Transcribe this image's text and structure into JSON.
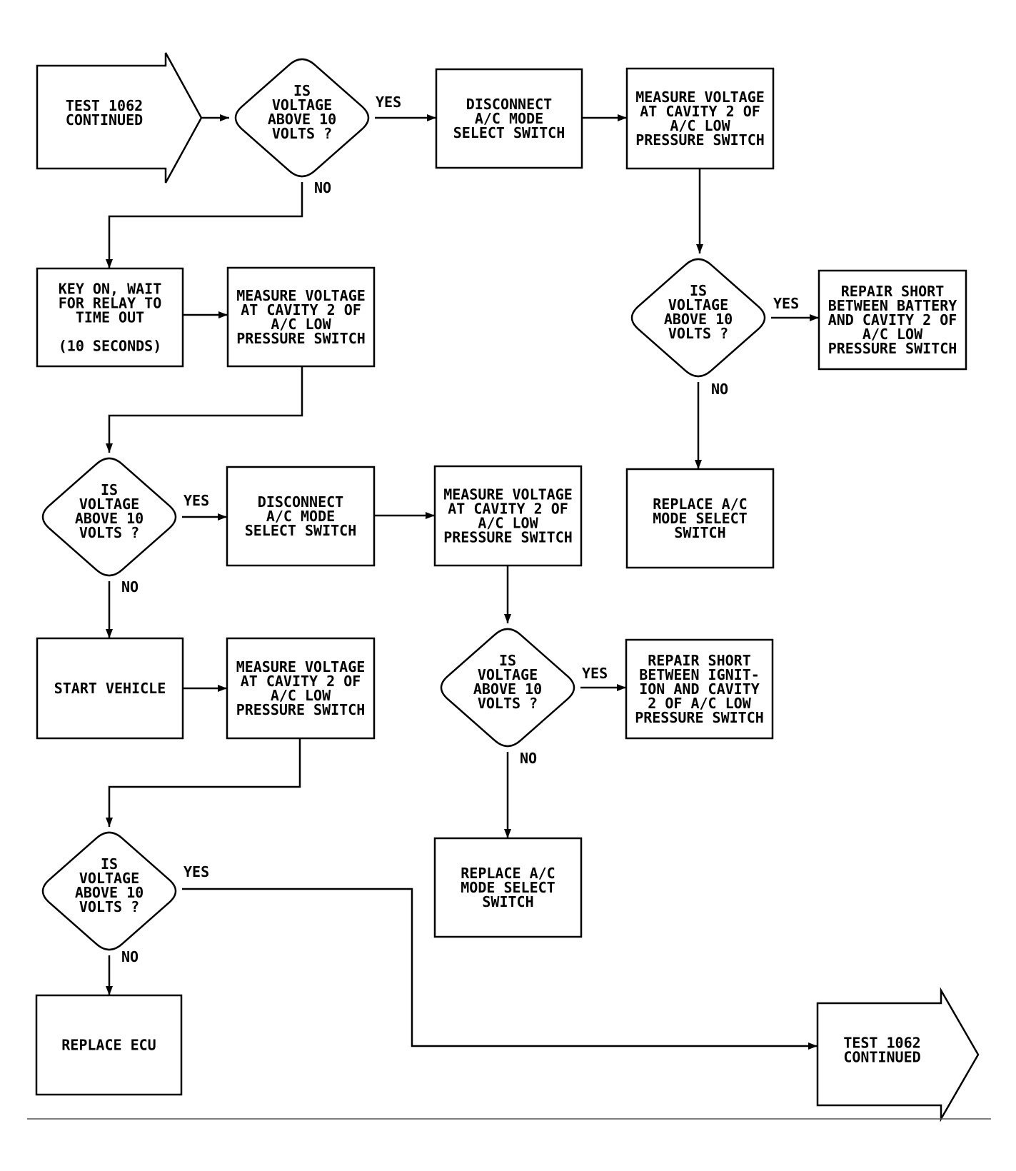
{
  "terminals": {
    "start": [
      "TEST 1062",
      "CONTINUED"
    ],
    "end": [
      "TEST 1062",
      "CONTINUED"
    ]
  },
  "decision_text": [
    "IS",
    "VOLTAGE",
    "ABOVE 10",
    "VOLTS ?"
  ],
  "answers": {
    "yes": "YES",
    "no": "NO"
  },
  "steps": {
    "disconnect_top": [
      "DISCONNECT",
      "A/C MODE",
      "SELECT SWITCH"
    ],
    "measure_top_right": [
      "MEASURE VOLTAGE",
      "AT CAVITY 2 OF",
      "A/C LOW",
      "PRESSURE SWITCH"
    ],
    "repair_battery": [
      "REPAIR SHORT",
      "BETWEEN BATTERY",
      "AND CAVITY 2 OF",
      "A/C LOW",
      "PRESSURE SWITCH"
    ],
    "replace_switch_right": [
      "REPLACE A/C",
      "MODE SELECT",
      "SWITCH"
    ],
    "key_on": [
      "KEY ON, WAIT",
      "FOR RELAY TO",
      "TIME OUT",
      "",
      "(10 SECONDS)"
    ],
    "measure_left_1": [
      "MEASURE VOLTAGE",
      "AT CAVITY 2 OF",
      "A/C LOW",
      "PRESSURE SWITCH"
    ],
    "disconnect_mid": [
      "DISCONNECT",
      "A/C MODE",
      "SELECT SWITCH"
    ],
    "measure_mid": [
      "MEASURE VOLTAGE",
      "AT CAVITY 2 OF",
      "A/C LOW",
      "PRESSURE SWITCH"
    ],
    "repair_ignition": [
      "REPAIR SHORT",
      "BETWEEN IGNIT-",
      "ION AND CAVITY",
      "2 OF A/C LOW",
      "PRESSURE SWITCH"
    ],
    "replace_switch_mid": [
      "REPLACE A/C",
      "MODE SELECT",
      "SWITCH"
    ],
    "start_vehicle": [
      "START VEHICLE"
    ],
    "measure_left_2": [
      "MEASURE VOLTAGE",
      "AT CAVITY 2 OF",
      "A/C LOW",
      "PRESSURE SWITCH"
    ],
    "replace_ecu": [
      "REPLACE ECU"
    ]
  }
}
